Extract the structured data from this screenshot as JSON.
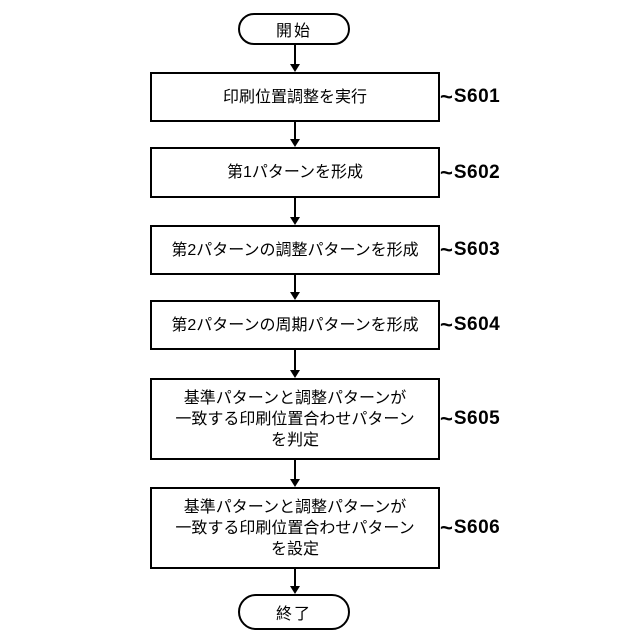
{
  "figure": {
    "background_color": "#ffffff",
    "stroke_color": "#000000",
    "connector_glyph": "~"
  },
  "flowchart": {
    "start_label": "開始",
    "end_label": "終了",
    "steps": [
      {
        "id": "S601",
        "lines": [
          "印刷位置調整を実行"
        ]
      },
      {
        "id": "S602",
        "lines": [
          "第1パターンを形成"
        ]
      },
      {
        "id": "S603",
        "lines": [
          "第2パターンの調整パターンを形成"
        ]
      },
      {
        "id": "S604",
        "lines": [
          "第2パターンの周期パターンを形成"
        ]
      },
      {
        "id": "S605",
        "lines": [
          "基準パターンと調整パターンが",
          "一致する印刷位置合わせパターン",
          "を判定"
        ]
      },
      {
        "id": "S606",
        "lines": [
          "基準パターンと調整パターンが",
          "一致する印刷位置合わせパターン",
          "を設定"
        ]
      }
    ]
  }
}
